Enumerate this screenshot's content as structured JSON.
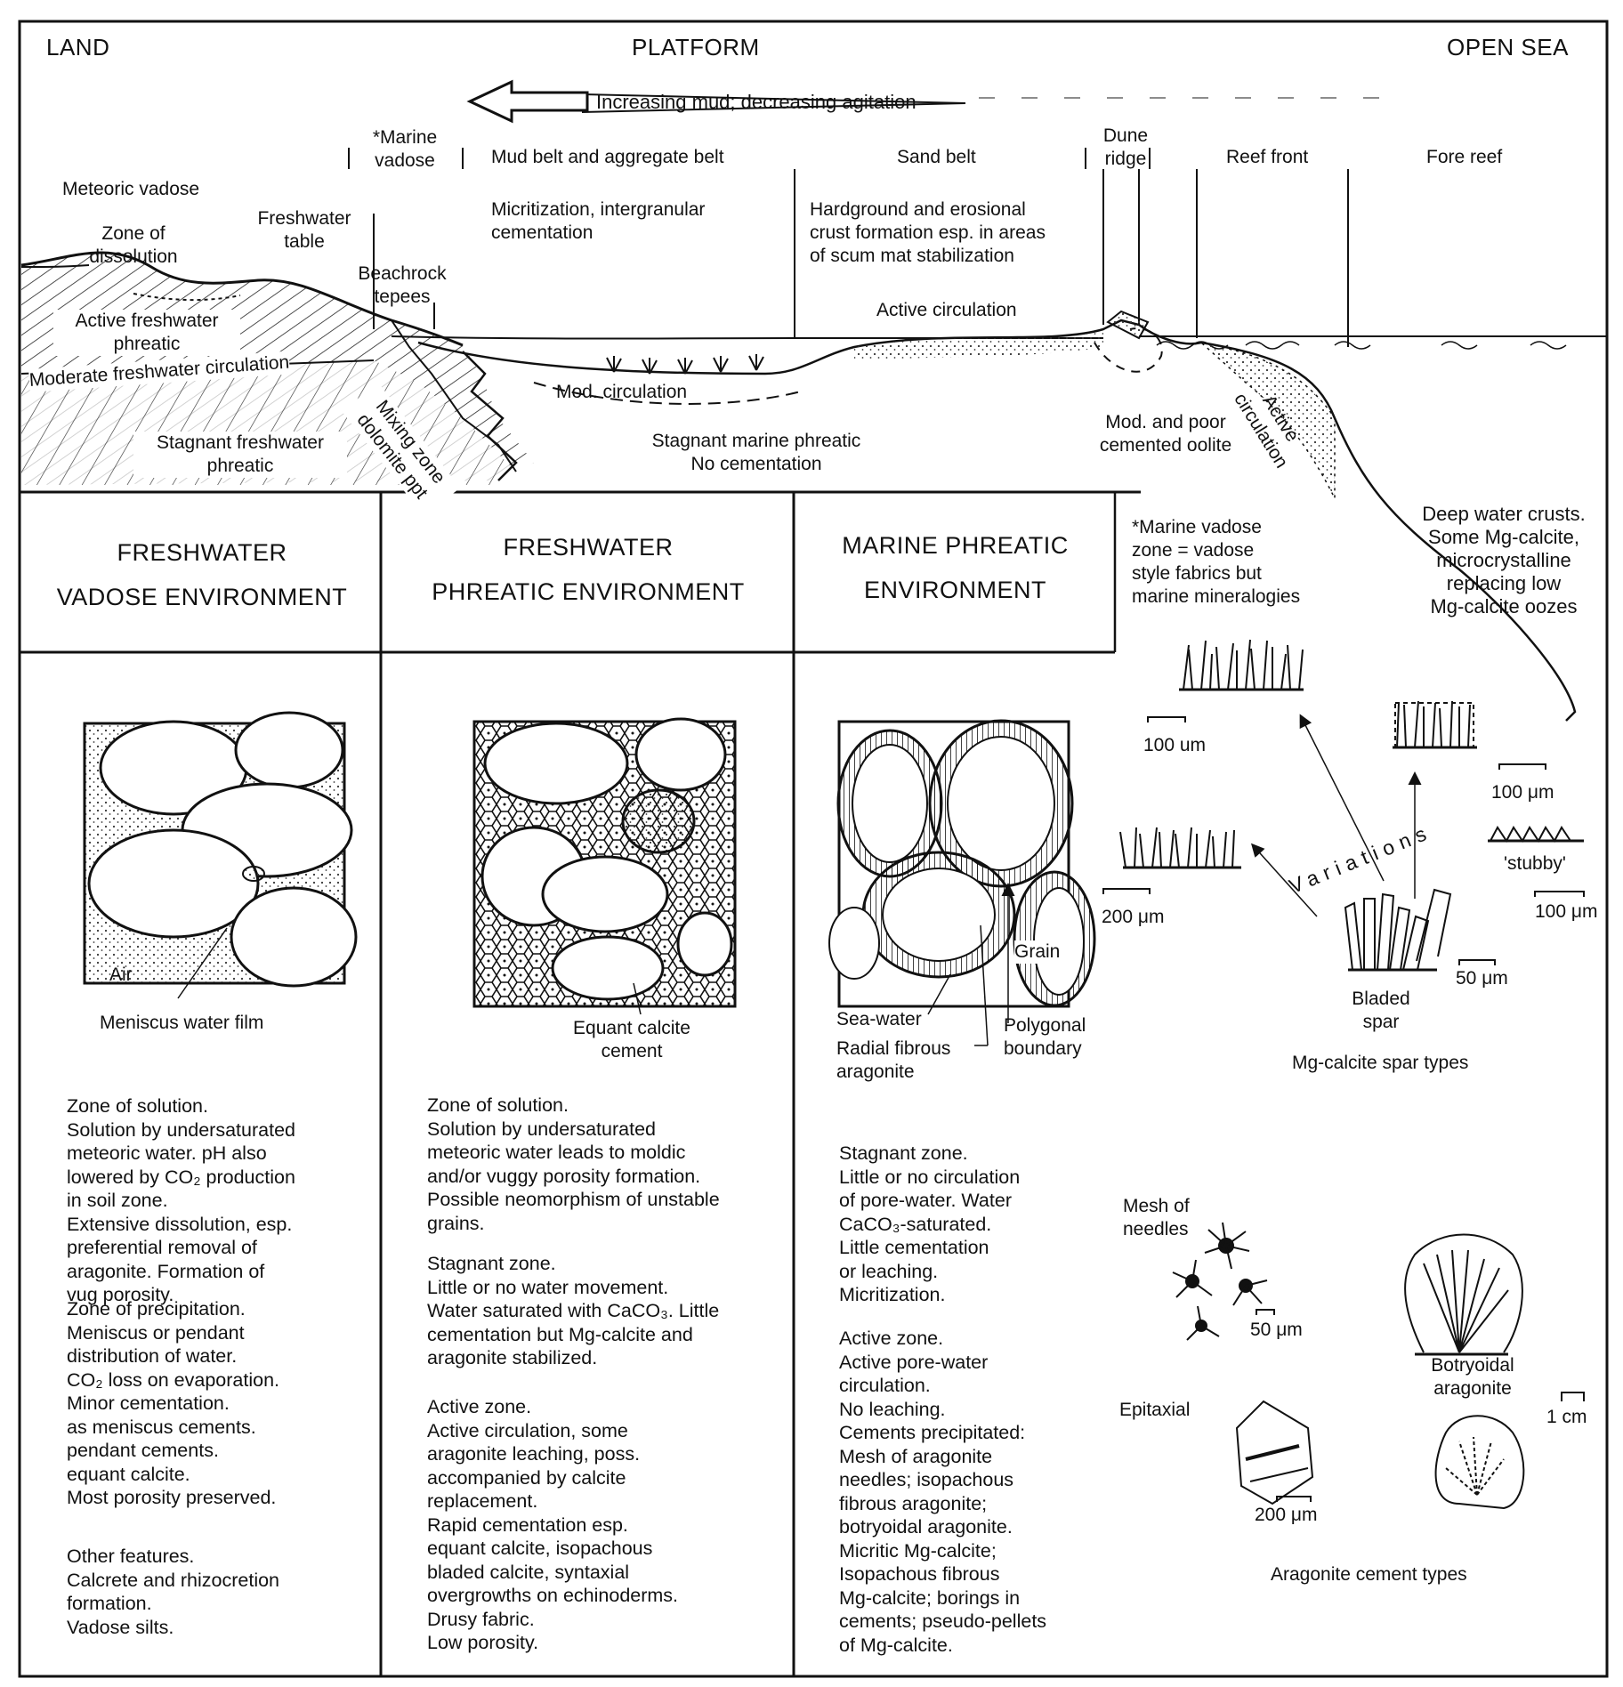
{
  "top_labels": {
    "land": "LAND",
    "platform": "PLATFORM",
    "open_sea": "OPEN SEA"
  },
  "gradient_arrow": "Increasing mud; decreasing agitation",
  "zones": {
    "marine_vadose": "*Marine\nvadose",
    "mud_belt": "Mud belt and aggregate belt",
    "sand_belt": "Sand belt",
    "dune_ridge": "Dune\nridge",
    "reef_front": "Reef front",
    "fore_reef": "Fore reef"
  },
  "processes": {
    "mud_belt": "Micritization, intergranular\ncementation",
    "sand_belt": "Hardground and erosional\ncrust formation esp. in areas\nof scum mat stabilization"
  },
  "profile_labels": {
    "meteoric_vadose": "Meteoric vadose",
    "zone_of_dissolution": "Zone of\ndissolution",
    "freshwater_table": "Freshwater\ntable",
    "beachrock": "Beachrock\ntepees",
    "active_freshwater": "Active freshwater\nphreatic",
    "moderate_freshwater": "Moderate freshwater circulation",
    "stagnant_freshwater": "Stagnant freshwater\nphreatic",
    "mixing_zone": "Mixing zone\ndolomite ppt",
    "mod_circulation": "Mod. circulation",
    "active_circulation": "Active circulation",
    "stagnant_marine": "Stagnant marine phreatic\nNo cementation",
    "mod_poor_oolite": "Mod. and poor\ncemented oolite",
    "active_circulation_reef": "Active\ncirculation"
  },
  "environments": [
    {
      "title": "FRESHWATER\nVADOSE ENVIRONMENT"
    },
    {
      "title": "FRESHWATER\nPHREATIC ENVIRONMENT"
    },
    {
      "title": "MARINE PHREATIC\nENVIRONMENT"
    }
  ],
  "marine_vadose_note": "*Marine vadose\nzone = vadose\nstyle fabrics but\nmarine mineralogies",
  "deep_water_note": "Deep water crusts.\nSome Mg-calcite,\nmicrocrystalline\nreplacing low\nMg-calcite oozes",
  "figure_labels": {
    "air": "Air",
    "meniscus": "Meniscus water film",
    "equant_cement": "Equant calcite\ncement",
    "grain": "Grain",
    "sea_water": "Sea-water",
    "polygonal": "Polygonal\nboundary",
    "radial_fibrous": "Radial fibrous\naragonite"
  },
  "mg_calcite": {
    "scale_1": "100 um",
    "scale_2": "100 μm",
    "scale_3": "200 μm",
    "scale_4": "100 μm",
    "scale_5": "50 μm",
    "variations": "Variations",
    "stubby": "'stubby'",
    "bladed": "Bladed\nspar",
    "caption": "Mg-calcite spar types"
  },
  "aragonite": {
    "mesh": "Mesh of\nneedles",
    "scale_50": "50 μm",
    "botryoidal": "Botryoidal\naragonite",
    "scale_1cm": "1 cm",
    "epitaxial": "Epitaxial",
    "scale_200": "200 μm",
    "caption": "Aragonite cement types"
  },
  "col1_text": [
    "Zone of solution.\nSolution by undersaturated\nmeteoric water. pH also\nlowered by CO₂ production\nin soil zone.\nExtensive dissolution, esp.\npreferential removal of\naragonite. Formation of\nvug porosity.",
    "Zone of precipitation.\nMeniscus or pendant\ndistribution of water.\nCO₂ loss on evaporation.\nMinor cementation.\nas meniscus cements.\npendant cements.\nequant calcite.\nMost porosity preserved.",
    "Other features.\nCalcrete and rhizocretion\nformation.\nVadose silts."
  ],
  "col2_text": [
    "Zone of solution.\nSolution by undersaturated\nmeteoric water leads to moldic\nand/or vuggy porosity formation.\nPossible neomorphism of unstable\ngrains.",
    "Stagnant zone.\nLittle or no water movement.\nWater saturated with CaCO₃. Little\ncementation but Mg-calcite and\naragonite stabilized.",
    "Active zone.\nActive circulation, some\naragonite leaching, poss.\naccompanied by calcite\nreplacement.\nRapid cementation esp.\nequant calcite, isopachous\nbladed calcite, syntaxial\novergrowths on echinoderms.\nDrusy fabric.\nLow porosity."
  ],
  "col3_text": [
    "Stagnant zone.\nLittle or no circulation\nof pore-water. Water\nCaCO₃-saturated.\nLittle cementation\nor leaching.\nMicritization.",
    "Active zone.\nActive pore-water\ncirculation.\nNo leaching.\nCements precipitated:\nMesh of aragonite\nneedles; isopachous\nfibrous aragonite;\nbotryoidal aragonite.\nMicritic Mg-calcite;\nIsopachous fibrous\nMg-calcite; borings in\ncements; pseudo-pellets\nof Mg-calcite."
  ]
}
